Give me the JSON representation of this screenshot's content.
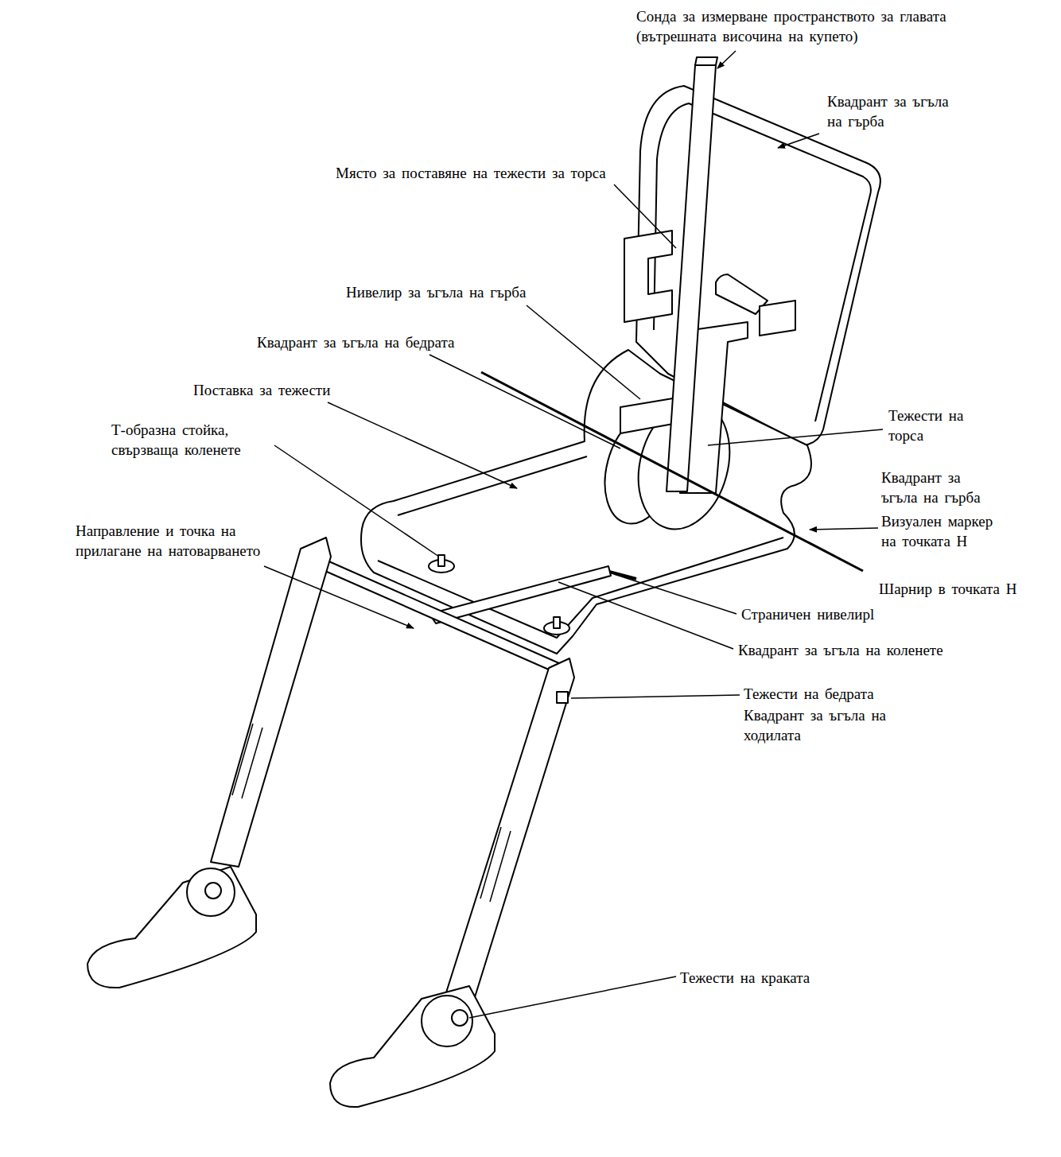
{
  "diagram": {
    "labels": [
      "Сонда за измерване пространството за главата (вътрешната височина на купето)",
      "Квадрант за ъгъла на гърба",
      "Място за поставяне на тежести за торса",
      "Нивелир за ъгъла на гърба",
      "Квадрант за ъгъла на бедрата",
      "Поставка за тежести",
      "Т-образна стойка, свързваща коленете",
      "Тежести на торса",
      "Направление и точка на прилагане на натоварването",
      "Квадрант за ъгъла на гърба",
      "Визуален маркер на точката Н",
      "Шарнир в точката Н",
      "Страничен нивелирl",
      "Квадрант за ъгъла на коленете",
      "Тежести на бедрата",
      "Квадрант за ъгъла на ходилата",
      "Тежести на краката"
    ]
  }
}
